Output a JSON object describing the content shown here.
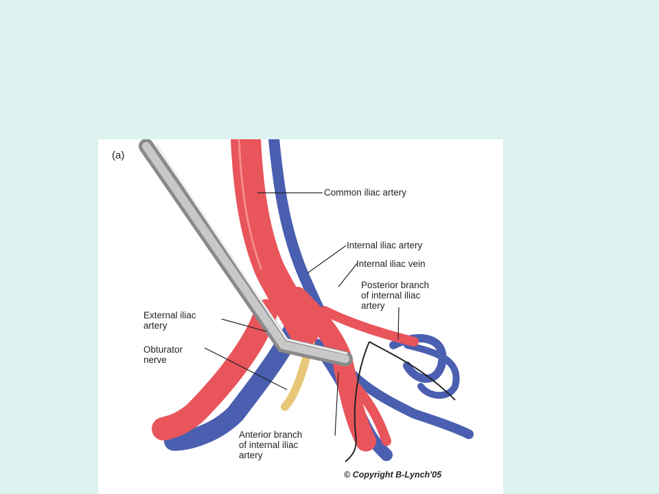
{
  "figure": {
    "panel_label": "(a)",
    "copyright": "© Copyright B-Lynch'05",
    "labels": {
      "common_iliac_artery": "Common iliac artery",
      "internal_iliac_artery": "Internal iliac artery",
      "internal_iliac_vein": "Internal iliac vein",
      "posterior_branch": "Posterior branch\nof internal iliac\nartery",
      "external_iliac_artery": "External iliac\nartery",
      "obturator_nerve": "Obturator\nnerve",
      "anterior_branch": "Anterior branch\nof internal iliac\nartery"
    },
    "colors": {
      "artery": "#e8555b",
      "vein": "#4a5fb0",
      "nerve": "#e8c878",
      "instrument": "#9a9a9a"
    }
  }
}
